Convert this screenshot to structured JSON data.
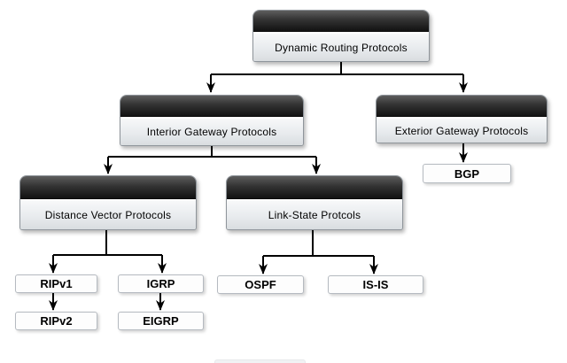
{
  "diagram": {
    "nodes": {
      "dynamic": {
        "label": "Dynamic Routing Protocols"
      },
      "igp": {
        "label": "Interior Gateway Protocols"
      },
      "egp": {
        "label": "Exterior Gateway Protocols"
      },
      "dvp": {
        "label": "Distance Vector Protocols"
      },
      "lsp": {
        "label": "Link-State Protcols"
      },
      "bgp": {
        "label": "BGP"
      },
      "ripv1": {
        "label": "RIPv1"
      },
      "ripv2": {
        "label": "RIPv2"
      },
      "igrp": {
        "label": "IGRP"
      },
      "eigrp": {
        "label": "EIGRP"
      },
      "ospf": {
        "label": "OSPF"
      },
      "isis": {
        "label": "IS-IS"
      }
    },
    "edges": [
      {
        "from": "dynamic",
        "to": "igp"
      },
      {
        "from": "dynamic",
        "to": "egp"
      },
      {
        "from": "igp",
        "to": "dvp"
      },
      {
        "from": "igp",
        "to": "lsp"
      },
      {
        "from": "egp",
        "to": "bgp"
      },
      {
        "from": "dvp",
        "to": "ripv1"
      },
      {
        "from": "dvp",
        "to": "igrp"
      },
      {
        "from": "ripv1",
        "to": "ripv2"
      },
      {
        "from": "igrp",
        "to": "eigrp"
      },
      {
        "from": "lsp",
        "to": "ospf"
      },
      {
        "from": "lsp",
        "to": "isis"
      }
    ],
    "colors": {
      "band_dark": "#121212",
      "band_light": "#5d5d5d",
      "body_fill": "#e8ebee",
      "leaf_fill": "#fdfdfd",
      "line": "#000000"
    }
  }
}
